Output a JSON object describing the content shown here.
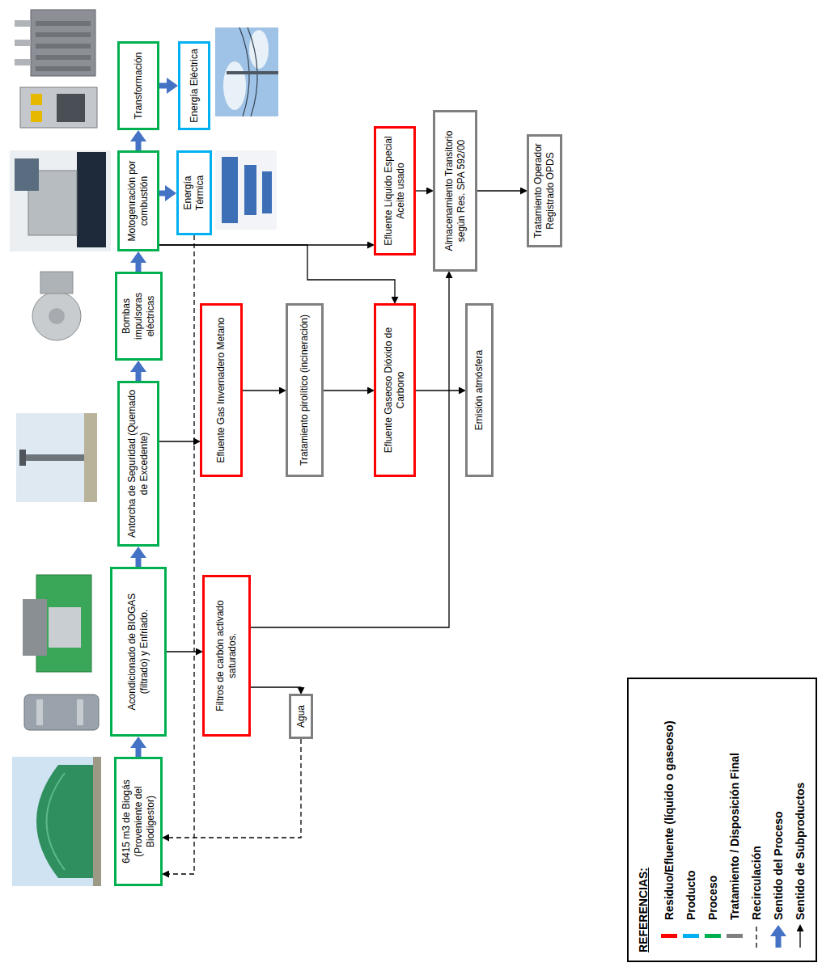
{
  "diagram": {
    "nodes": [
      {
        "text": [
          "6415 m3 de Biogás (Proveniente del Biodigestor)"
        ]
      },
      {
        "text": [
          "Acondicionado de BIOGAS (filtrado) y Enfriado."
        ]
      },
      {
        "text": [
          "Antorcha de Seguridad (Quemado de Excedente)"
        ]
      },
      {
        "text": [
          "Bombas impulsoras eléctricas"
        ]
      },
      {
        "text": [
          "Motogenración por combustión"
        ]
      },
      {
        "text": [
          "Transformación"
        ]
      },
      {
        "text": [
          "Energía Eléctrica"
        ]
      },
      {
        "text": [
          "Energía Térmica"
        ]
      },
      {
        "text": [
          "Filtros de carbón activado saturados."
        ]
      },
      {
        "text": [
          "Agua"
        ]
      },
      {
        "text": [
          "Efluente Gas Invernadero Metano"
        ]
      },
      {
        "text": [
          "Tratamiento pirolítico (incineración)"
        ]
      },
      {
        "text": [
          "Efluente Gaseoso Dióxido de Carbono"
        ]
      },
      {
        "text": [
          "Emisión atmósfera"
        ]
      },
      {
        "text": [
          "Efluente Líquido Especial Aceite usado"
        ]
      },
      {
        "text": [
          "Almacenamiento Transitorio según Res. SPA 592/00"
        ]
      },
      {
        "text": [
          "Tratamiento Operador Registrado OPDS"
        ]
      }
    ],
    "edges": [
      {
        "from": 0,
        "to": 1,
        "arrow": "to"
      },
      {
        "from": 1,
        "to": 2,
        "arrow": "to"
      },
      {
        "from": 2,
        "to": 3,
        "arrow": "to"
      },
      {
        "from": 3,
        "to": 4,
        "arrow": "to"
      },
      {
        "from": 4,
        "to": 5,
        "arrow": "to"
      },
      {
        "from": 5,
        "to": 6,
        "arrow": "to"
      },
      {
        "from": 4,
        "to": 7,
        "arrow": "to"
      },
      {
        "from": 1,
        "to": 8,
        "arrow": "to"
      },
      {
        "from": 8,
        "to": 9,
        "arrow": "to"
      },
      {
        "from": 8,
        "to": 15,
        "arrow": "to"
      },
      {
        "from": 2,
        "to": 10,
        "arrow": "to"
      },
      {
        "from": 10,
        "to": 11,
        "arrow": "to"
      },
      {
        "from": 11,
        "to": 12,
        "arrow": "to"
      },
      {
        "from": 12,
        "to": 13,
        "arrow": "to"
      },
      {
        "from": 4,
        "to": 14,
        "arrow": "to"
      },
      {
        "from": 4,
        "to": 12,
        "arrow": "to"
      },
      {
        "from": 14,
        "to": 15,
        "arrow": "to"
      },
      {
        "from": 15,
        "to": 16,
        "arrow": "to"
      },
      {
        "from": 7,
        "to": 0,
        "arrow": "to"
      },
      {
        "from": 9,
        "to": 0,
        "arrow": "to"
      }
    ],
    "labels": [
      "REFERENCIAS:"
    ],
    "legend": [
      {
        "text": "Residuo/Efluente (líquido o gaseoso)",
        "color": "#ff0000"
      },
      {
        "text": "Producto",
        "color": "#00b0f0"
      },
      {
        "text": "Proceso",
        "color": "#00b050"
      },
      {
        "text": "Tratamiento / Disposición Final",
        "color": "#7f7f7f"
      },
      {
        "text": "Recirculación"
      },
      {
        "text": "Sentido del Proceso"
      },
      {
        "text": "Sentido de Subproductos"
      }
    ]
  }
}
